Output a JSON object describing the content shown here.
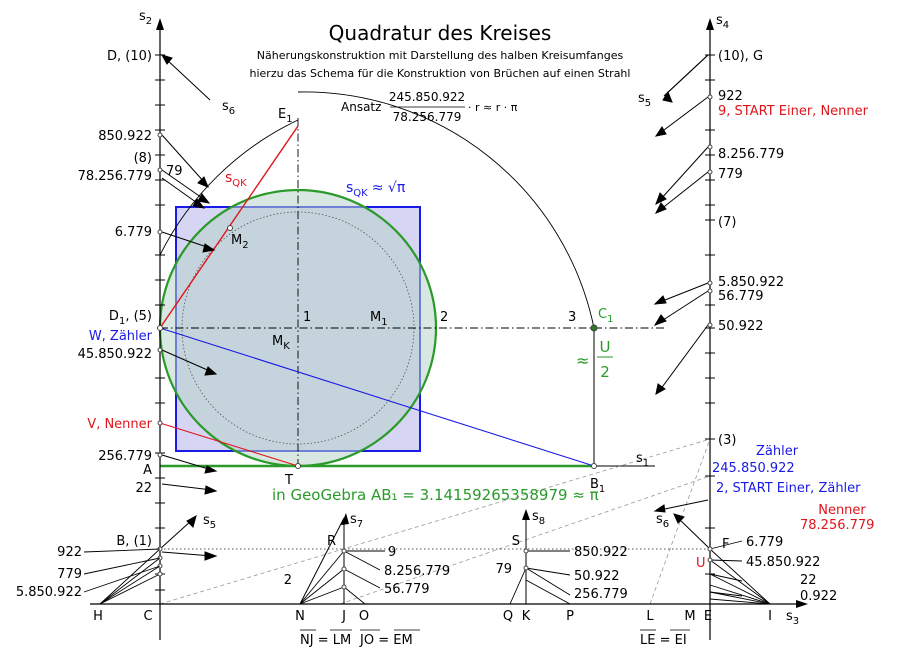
{
  "title": "Quadratur des Kreises",
  "subtitle_line1": "Näherungskonstruktion mit Darstellung des halben Kreisumfanges",
  "subtitle_line2": "hierzu das Schema für die Konstruktion von Brüchen auf einen Strahl",
  "ansatz": {
    "prefix": "Ansatz",
    "numerator": "245.850.922",
    "denominator": "78.256.779",
    "suffix": "· r ≈ r · π"
  },
  "sqk_label": "s",
  "sqk_sub": "QK",
  "sqk_formula": "≈ √π",
  "u_over_2": {
    "approx": "≈",
    "num": "U",
    "den": "2"
  },
  "geogebra": "in GeoGebra AB₁ = 3.14159265358979 ≈ π",
  "axis_labels": {
    "s1": "s",
    "s1_sub": "1",
    "s2": "s",
    "s2_sub": "2",
    "s3": "s",
    "s3_sub": "3",
    "s4": "s",
    "s4_sub": "4",
    "s5a": "s",
    "s5a_sub": "5",
    "s5b": "s",
    "s5b_sub": "5",
    "s6a": "s",
    "s6a_sub": "6",
    "s6b": "s",
    "s6b_sub": "6",
    "s7": "s",
    "s7_sub": "7",
    "s8": "s",
    "s8_sub": "8"
  },
  "left_labels": {
    "d10": "D, (10)",
    "v850922": "850.922",
    "v8": "(8)",
    "v79": "79",
    "v78256779": "78.256.779",
    "v6779": "6.779",
    "d1": "D",
    "d1_sub": "1",
    "d1_rest": ", (5)",
    "w_zaehler": "W, Zähler",
    "v45850922": "45.850.922",
    "v_nenner": "V, Nenner",
    "v256779": "256.779",
    "a": "A",
    "v22": "22",
    "b1": "B, (1)",
    "v922": "922",
    "v779": "779",
    "v5850922": "5.850.922",
    "h": "H",
    "c": "C"
  },
  "right_labels": {
    "g10": "(10), G",
    "v922": "922",
    "start_nenner": "9, START Einer, Nenner",
    "v8256779": "8.256.779",
    "v779": "779",
    "v7": "(7)",
    "v5850922": "5.850.922",
    "v56779": "56.779",
    "v50922": "50.922",
    "v3": "(3)",
    "zaehler": "Zähler",
    "v245850922": "245.850.922",
    "start_zaehler": "2, START Einer, Zähler",
    "nenner": "Nenner",
    "v78256779": "78.256.779",
    "f": "F",
    "u": "U",
    "r6779": "6.779",
    "r45850922": "45.850.922",
    "r22": "22",
    "r0922": "0.922",
    "e": "E",
    "i": "I",
    "m": "M",
    "l": "L"
  },
  "center_labels": {
    "e1": "E",
    "e1_sub": "1",
    "m2": "M",
    "m2_sub": "2",
    "mk": "M",
    "mk_sub": "K",
    "m1": "M",
    "m1_sub": "1",
    "n1": "1",
    "n2": "2",
    "n3": "3",
    "c1": "C",
    "c1_sub": "1",
    "b1": "B",
    "b1_sub": "1",
    "t": "T"
  },
  "bottom_labels": {
    "r": "R",
    "nine": "9",
    "v8256779": "8.256.779",
    "two": "2",
    "v56779": "56.779",
    "n": "N",
    "j": "J",
    "o": "O",
    "s": "S",
    "v850922": "850.922",
    "v79": "79",
    "v50922": "50.922",
    "v256779": "256.779",
    "q": "Q",
    "k": "K",
    "p": "P",
    "eq1": "NJ = LM",
    "eq2": "JO = EM",
    "eq3": "LE = EI"
  },
  "colors": {
    "red": "#e0141b",
    "blue": "#1a1ae6",
    "green": "#2a9a2a",
    "square_fill": "#c8c8f0",
    "circle_fill": "#b8c8d8",
    "circle_stroke": "#2a9a2a"
  }
}
